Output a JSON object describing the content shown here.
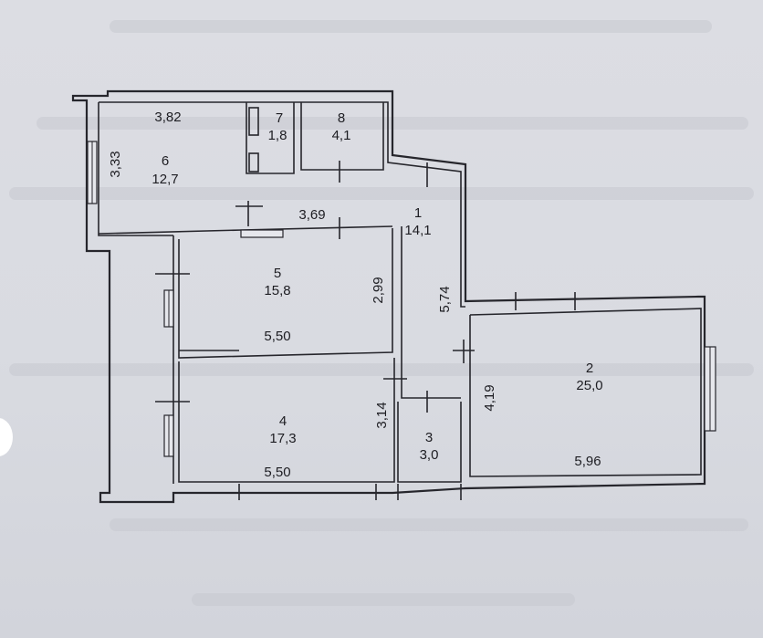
{
  "plan": {
    "rooms": [
      {
        "id": "room-6",
        "number": "6",
        "area": "12,7"
      },
      {
        "id": "room-7",
        "number": "7",
        "area": "1,8"
      },
      {
        "id": "room-8",
        "number": "8",
        "area": "4,1"
      },
      {
        "id": "room-1",
        "number": "1",
        "area": "14,1"
      },
      {
        "id": "room-5",
        "number": "5",
        "area": "15,8"
      },
      {
        "id": "room-4",
        "number": "4",
        "area": "17,3"
      },
      {
        "id": "room-3",
        "number": "3",
        "area": "3,0"
      },
      {
        "id": "room-2",
        "number": "2",
        "area": "25,0"
      }
    ],
    "dimensions": {
      "room6_width": "3,82",
      "room6_height": "3,33",
      "corridor_width": "3,69",
      "room5_height": "2,99",
      "room5_width": "5,50",
      "corridor_length": "5,74",
      "room4_height": "3,14",
      "room4_width": "5,50",
      "room2_height": "4,19",
      "room2_width": "5,96"
    }
  },
  "colors": {
    "paper": "#d9dbe1",
    "ink": "#26262c"
  }
}
